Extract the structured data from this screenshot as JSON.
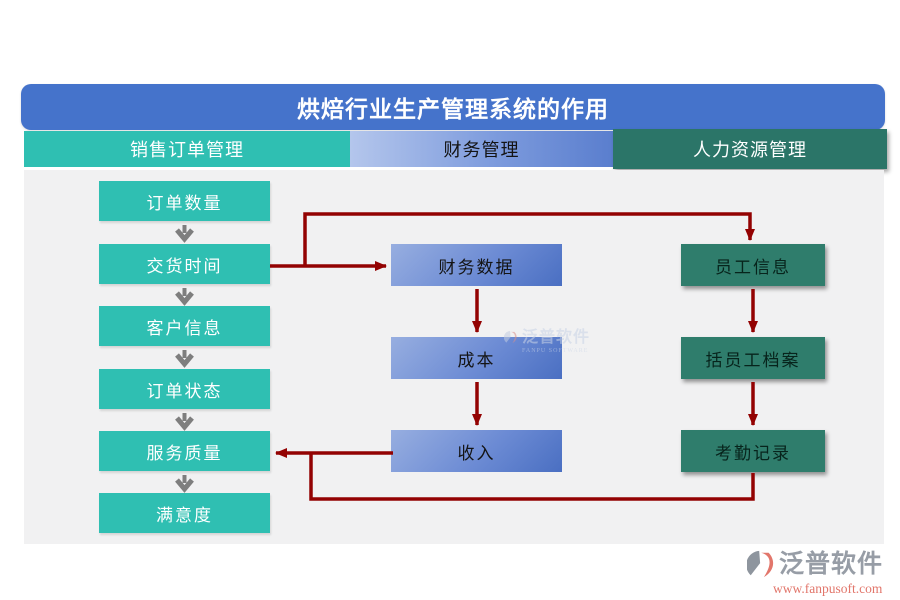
{
  "title": "烘焙行业生产管理系统的作用",
  "lanes": [
    {
      "header": "销售订单管理",
      "items": [
        "订单数量",
        "交货时间",
        "客户信息",
        "订单状态",
        "服务质量",
        "满意度"
      ]
    },
    {
      "header": "财务管理",
      "items": [
        "财务数据",
        "成本",
        "收入"
      ]
    },
    {
      "header": "人力资源管理",
      "items": [
        "员工信息",
        "括员工档案",
        "考勤记录"
      ]
    }
  ],
  "watermark": {
    "name": "泛普软件",
    "subtitle": "FANPU SOFTWARE"
  },
  "brand": {
    "name": "泛普软件",
    "url": "www.fanpusoft.com"
  },
  "colors": {
    "title_bar_blue": "#4573CB",
    "sales_teal": "#2FBFB2",
    "finance_blue_light": "#B4C6EC",
    "finance_blue_dark": "#4A6FC2",
    "hr_green_header": "#2B7568",
    "hr_green_box": "#2F7D6C",
    "connector_red": "#930202",
    "step_arrow_gray": "#7E7E7E",
    "canvas_gray": "#F1F1F2",
    "brand_gray": "#979da6",
    "brand_url_red": "#e2766b"
  }
}
